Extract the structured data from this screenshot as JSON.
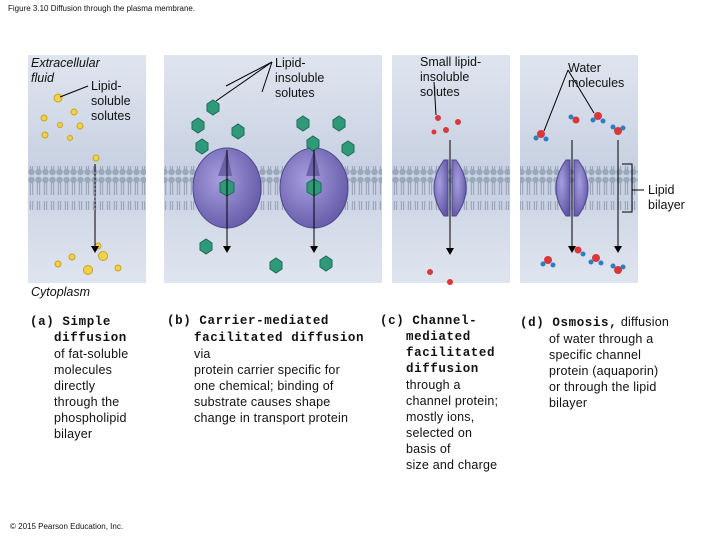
{
  "figure_title": "Figure 3.10 Diffusion through the plasma membrane.",
  "labels": {
    "extracellular": "Extracellular",
    "fluid": "fluid",
    "lipid_soluble": [
      "Lipid-",
      "soluble",
      "solutes"
    ],
    "lipid_insoluble": [
      "Lipid-",
      "insoluble",
      "solutes"
    ],
    "small_lipid_insoluble": [
      "Small lipid-",
      "insoluble",
      "solutes"
    ],
    "water": [
      "Water",
      "molecules"
    ],
    "lipid_bilayer": [
      "Lipid",
      "bilayer"
    ],
    "cytoplasm": "Cytoplasm"
  },
  "captions": {
    "a": {
      "lead": "(a) Simple",
      "lead2": "diffusion",
      "rest": [
        "of fat-soluble",
        "molecules",
        "directly",
        "through the",
        "phospholipid",
        "bilayer"
      ]
    },
    "b": {
      "lead": "(b) Carrier-mediated",
      "lead2": "facilitated diffusion",
      "via": "via",
      "rest": [
        "protein carrier specific for",
        "one chemical; binding of",
        "substrate causes shape",
        "change in transport protein"
      ]
    },
    "c": {
      "lead": "(c) Channel-",
      "lead2": "mediated",
      "lead3": "facilitated",
      "lead4": "diffusion",
      "rest": [
        "through a",
        "channel protein;",
        "mostly ions,",
        "selected on",
        "basis of",
        "size and charge"
      ]
    },
    "d": {
      "lead": "(d) Osmosis,",
      "first": "diffusion",
      "rest": [
        "of water through a",
        "specific channel",
        "protein (aquaporin)",
        "or through the lipid",
        "bilayer"
      ]
    }
  },
  "copyright": "© 2015 Pearson Education, Inc.",
  "colors": {
    "panel": "#cfd7e6",
    "membrane_head": "#9aa8bc",
    "protein": "#7d74b9",
    "solute_yellow": "#f2d24a",
    "solute_green": "#2f9a7a",
    "ion_red": "#d8383a",
    "water_blue": "#2d7fc1"
  }
}
